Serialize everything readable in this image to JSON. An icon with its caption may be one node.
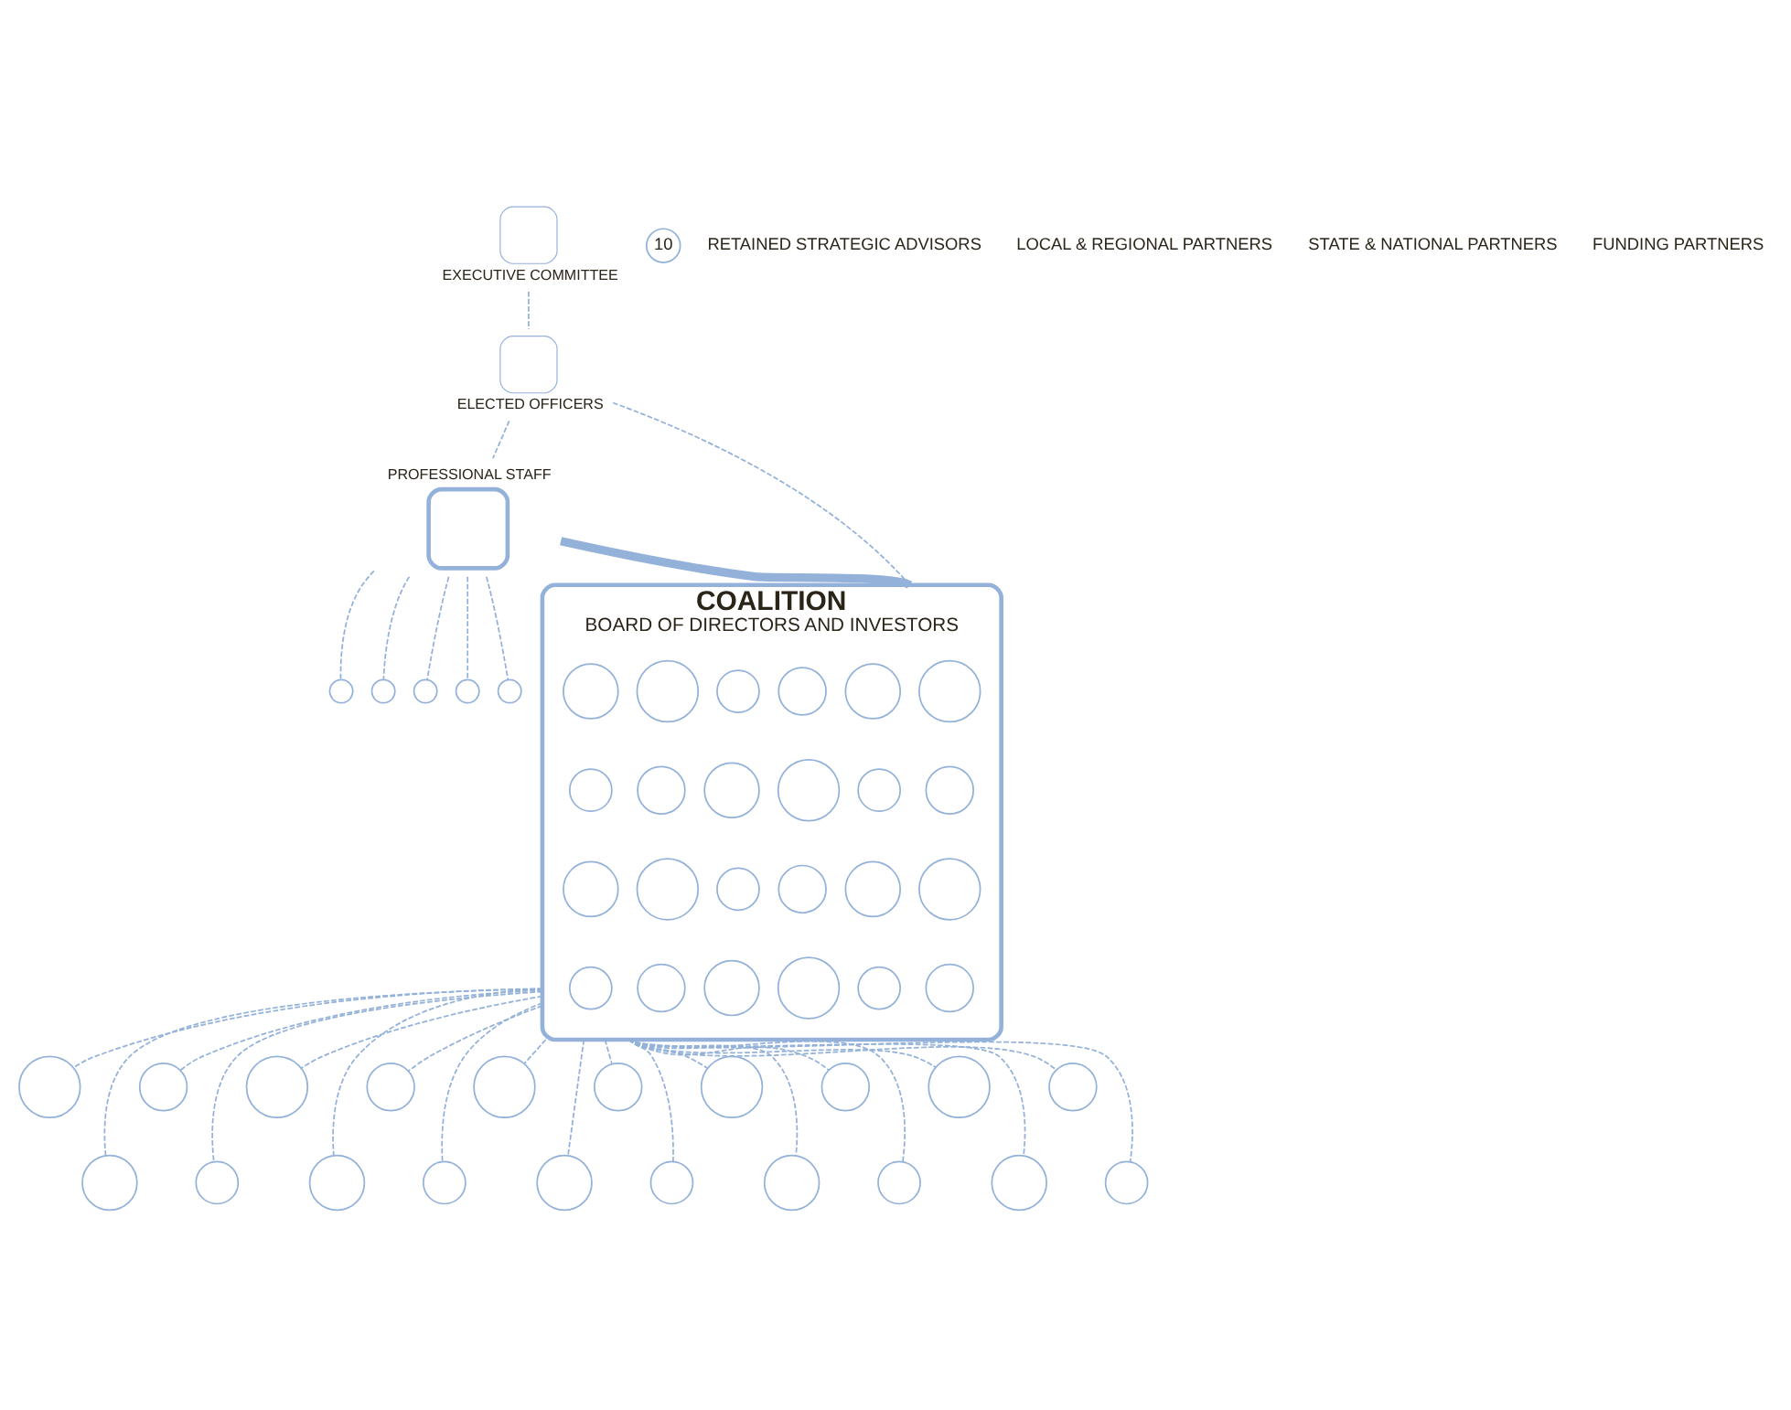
{
  "diagram": {
    "nodes": [
      {
        "text": [
          "EXECUTIVE COMMITTEE"
        ]
      },
      {
        "text": [
          "ELECTED OFFICERS"
        ]
      },
      {
        "text": [
          "PROFESSIONAL STAFF"
        ]
      },
      {
        "text": [],
        "shape": "circle"
      },
      {
        "text": [],
        "shape": "circle"
      },
      {
        "text": [],
        "shape": "circle"
      },
      {
        "text": [],
        "shape": "circle"
      },
      {
        "text": [],
        "shape": "circle"
      },
      {
        "text": [
          "COALITION",
          "BOARD OF DIRECTORS AND INVESTORS"
        ]
      },
      {
        "text": [],
        "shape": "circle",
        "in": 8
      },
      {
        "text": [],
        "shape": "circle",
        "in": 8
      },
      {
        "text": [],
        "shape": "circle",
        "in": 8
      },
      {
        "text": [],
        "shape": "circle",
        "in": 8
      },
      {
        "text": [],
        "shape": "circle",
        "in": 8
      },
      {
        "text": [],
        "shape": "circle",
        "in": 8
      },
      {
        "text": [],
        "shape": "circle",
        "in": 8
      },
      {
        "text": [],
        "shape": "circle",
        "in": 8
      },
      {
        "text": [],
        "shape": "circle",
        "in": 8
      },
      {
        "text": [],
        "shape": "circle",
        "in": 8
      },
      {
        "text": [],
        "shape": "circle",
        "in": 8
      },
      {
        "text": [],
        "shape": "circle",
        "in": 8
      },
      {
        "text": [],
        "shape": "circle",
        "in": 8
      },
      {
        "text": [],
        "shape": "circle",
        "in": 8
      },
      {
        "text": [],
        "shape": "circle",
        "in": 8
      },
      {
        "text": [],
        "shape": "circle",
        "in": 8
      },
      {
        "text": [],
        "shape": "circle",
        "in": 8
      },
      {
        "text": [],
        "shape": "circle",
        "in": 8
      },
      {
        "text": [],
        "shape": "circle",
        "in": 8
      },
      {
        "text": [],
        "shape": "circle",
        "in": 8
      },
      {
        "text": [],
        "shape": "circle",
        "in": 8
      },
      {
        "text": [],
        "shape": "circle",
        "in": 8
      },
      {
        "text": [],
        "shape": "circle",
        "in": 8
      },
      {
        "text": [],
        "shape": "circle",
        "in": 8
      },
      {
        "text": [],
        "shape": "circle"
      },
      {
        "text": [],
        "shape": "circle"
      },
      {
        "text": [],
        "shape": "circle"
      },
      {
        "text": [],
        "shape": "circle"
      },
      {
        "text": [],
        "shape": "circle"
      },
      {
        "text": [],
        "shape": "circle"
      },
      {
        "text": [],
        "shape": "circle"
      },
      {
        "text": [],
        "shape": "circle"
      },
      {
        "text": [],
        "shape": "circle"
      },
      {
        "text": [],
        "shape": "circle"
      },
      {
        "text": [],
        "shape": "circle"
      },
      {
        "text": [],
        "shape": "circle"
      },
      {
        "text": [],
        "shape": "circle"
      },
      {
        "text": [],
        "shape": "circle"
      },
      {
        "text": [],
        "shape": "circle"
      },
      {
        "text": [],
        "shape": "circle"
      },
      {
        "text": [],
        "shape": "circle"
      },
      {
        "text": [],
        "shape": "circle"
      },
      {
        "text": [],
        "shape": "circle"
      },
      {
        "text": [],
        "shape": "circle"
      },
      {
        "text": [
          "10"
        ]
      }
    ],
    "edges": [
      {
        "from": 0,
        "to": 1,
        "arrow": "none",
        "style": "dashed"
      },
      {
        "from": 1,
        "to": 8,
        "arrow": "none",
        "style": "dashed"
      },
      {
        "from": 1,
        "to": 2,
        "arrow": "none",
        "style": "dashed"
      },
      {
        "from": 2,
        "to": 8,
        "arrow": "none",
        "style": "thick"
      },
      {
        "from": 2,
        "to": 3,
        "arrow": "none",
        "style": "dashed"
      },
      {
        "from": 2,
        "to": 4,
        "arrow": "none",
        "style": "dashed"
      },
      {
        "from": 2,
        "to": 5,
        "arrow": "none",
        "style": "dashed"
      },
      {
        "from": 2,
        "to": 6,
        "arrow": "none",
        "style": "dashed"
      },
      {
        "from": 2,
        "to": 7,
        "arrow": "none",
        "style": "dashed"
      },
      {
        "from": 8,
        "to": 33,
        "arrow": "none",
        "style": "dashed"
      },
      {
        "from": 8,
        "to": 34,
        "arrow": "none",
        "style": "dashed"
      },
      {
        "from": 8,
        "to": 35,
        "arrow": "none",
        "style": "dashed"
      },
      {
        "from": 8,
        "to": 36,
        "arrow": "none",
        "style": "dashed"
      },
      {
        "from": 8,
        "to": 37,
        "arrow": "none",
        "style": "dashed"
      },
      {
        "from": 8,
        "to": 38,
        "arrow": "none",
        "style": "dashed"
      },
      {
        "from": 8,
        "to": 39,
        "arrow": "none",
        "style": "dashed"
      },
      {
        "from": 8,
        "to": 40,
        "arrow": "none",
        "style": "dashed"
      },
      {
        "from": 8,
        "to": 41,
        "arrow": "none",
        "style": "dashed"
      },
      {
        "from": 8,
        "to": 42,
        "arrow": "none",
        "style": "dashed"
      },
      {
        "from": 8,
        "to": 43,
        "arrow": "none",
        "style": "dashed"
      },
      {
        "from": 8,
        "to": 44,
        "arrow": "none",
        "style": "dashed"
      },
      {
        "from": 8,
        "to": 45,
        "arrow": "none",
        "style": "dashed"
      },
      {
        "from": 8,
        "to": 46,
        "arrow": "none",
        "style": "dashed"
      },
      {
        "from": 8,
        "to": 47,
        "arrow": "none",
        "style": "dashed"
      },
      {
        "from": 8,
        "to": 48,
        "arrow": "none",
        "style": "dashed"
      },
      {
        "from": 8,
        "to": 49,
        "arrow": "none",
        "style": "dashed"
      },
      {
        "from": 8,
        "to": 50,
        "arrow": "none",
        "style": "dashed"
      },
      {
        "from": 8,
        "to": 51,
        "arrow": "none",
        "style": "dashed"
      },
      {
        "from": 8,
        "to": 52,
        "arrow": "none",
        "style": "dashed"
      }
    ],
    "labels": [
      "RETAINED STRATEGIC ADVISORS",
      "LOCAL & REGIONAL PARTNERS",
      "STATE & NATIONAL PARTNERS",
      "FUNDING PARTNERS"
    ]
  }
}
